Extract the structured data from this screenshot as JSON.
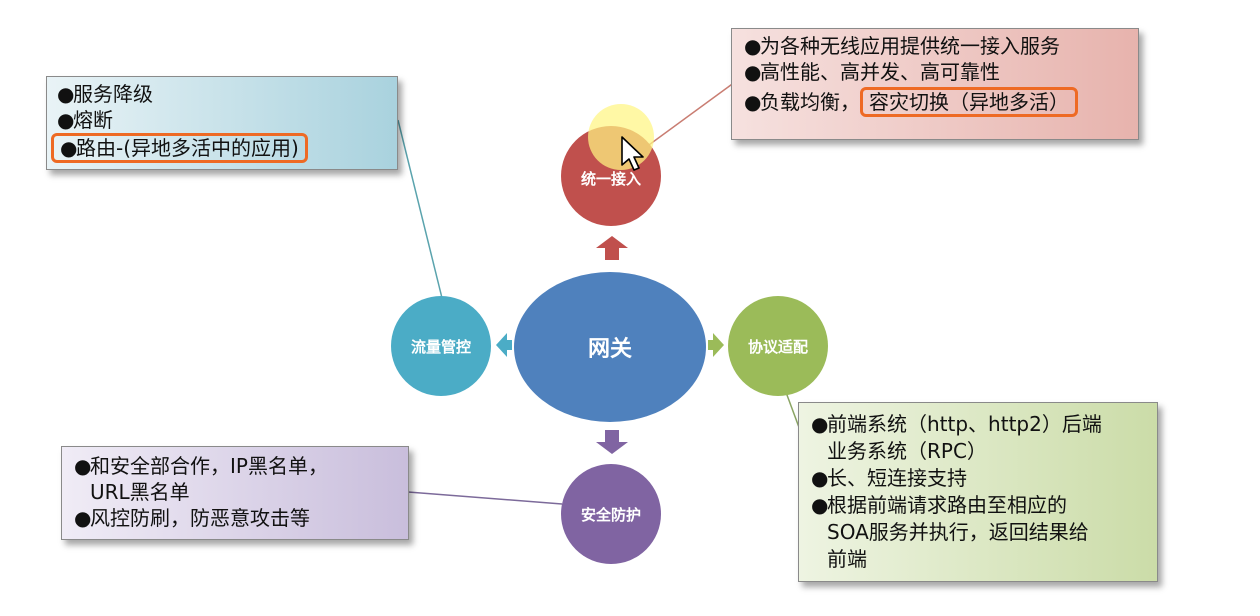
{
  "center": {
    "label": "网关"
  },
  "nodes": {
    "top": {
      "label": "统一接入"
    },
    "left": {
      "label": "流量管控"
    },
    "right": {
      "label": "协议适配"
    },
    "bottom": {
      "label": "安全防护"
    }
  },
  "boxes": {
    "top_right": {
      "items": [
        "为各种无线应用提供统一接入服务",
        "高性能、高并发、高可靠性"
      ],
      "item3_prefix": "负载均衡，",
      "item3_highlight": "容灾切换（异地多活）"
    },
    "top_left": {
      "items": [
        "服务降级",
        "熔断"
      ],
      "item3_highlight": "路由-(异地多活中的应用)"
    },
    "bottom_left": {
      "lines": [
        "和安全部合作，IP黑名单，",
        "URL黑名单",
        "风控防刷，防恶意攻击等"
      ]
    },
    "bottom_right": {
      "lines": [
        "前端系统（http、http2）后端",
        "业务系统（RPC）",
        "长、短连接支持",
        "根据前端请求路由至相应的",
        "SOA服务并执行，返回结果给",
        "前端"
      ]
    }
  },
  "bullet": "●",
  "colors": {
    "center": "#4f81bd",
    "top": "#c0504d",
    "left": "#4bacc6",
    "right": "#9bbb59",
    "bottom": "#8064a2",
    "highlight": "#ee6a24"
  }
}
